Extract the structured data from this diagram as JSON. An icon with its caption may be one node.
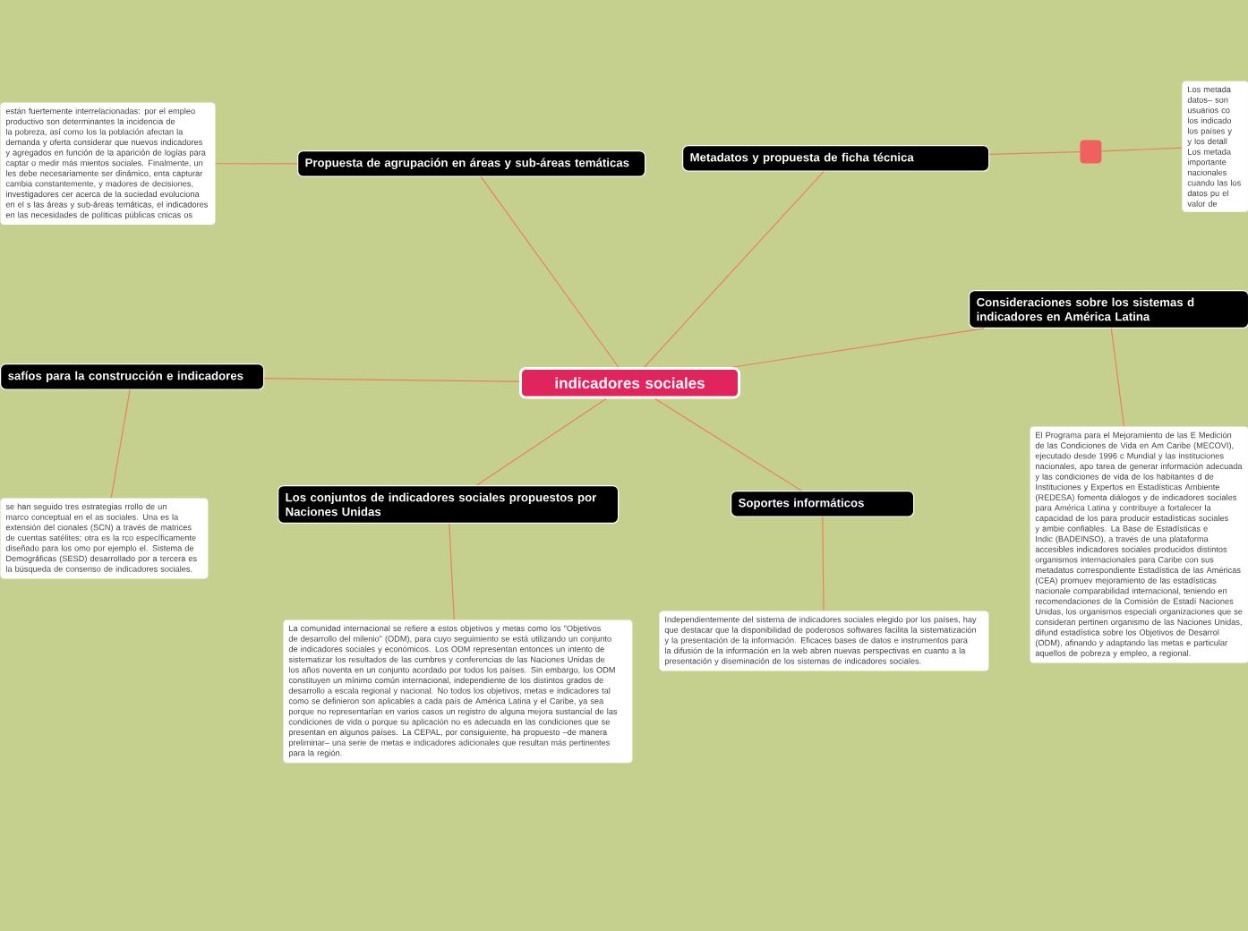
{
  "diagram": {
    "nodes": [
      {
        "text": [
          "están fuertemente interrelacionadas: por el empleo productivo son determinantes la incidencia de la pobreza, así como los la población afectan la demanda y oferta considerar que nuevos indicadores y agregados en función de la aparición de logías para captar o medir más mientos sociales. Finalmente, un les debe necesariamente ser dinámico, enta capturar cambia constantemente, y madores de decisiones, investigadores cer acerca de la sociedad evoluciona en el s las áreas y sub-áreas temáticas, el indicadores en las necesidades de políticas públicas cnicas os"
        ]
      },
      {
        "text": [
          "Propuesta de agrupación en áreas y sub-áreas temáticas"
        ]
      },
      {
        "text": [
          "Metadatos y propuesta de ficha técnica"
        ]
      },
      {
        "text": [],
        "shape": "box"
      },
      {
        "text": [
          "Los metada datos– son usuarios co los indicado los países y y los detall Los metada importante nacionales cuando las los datos pu el valor de"
        ]
      },
      {
        "text": [
          "Consideraciones sobre los sistemas d indicadores en América Latina"
        ]
      },
      {
        "text": [
          "safíos para la construcción e indicadores"
        ]
      },
      {
        "text": [
          "indicadores sociales"
        ]
      },
      {
        "text": [
          "El Programa para el Mejoramiento de las E Medición de las Condiciones de Vida en Am Caribe (MECOVI), ejecutado desde 1996 c Mundial y las instituciones nacionales, apo tarea de generar información adecuada y las condiciones de vida de los habitantes d de Instituciones y Expertos en Estadísticas Ambiente (REDESA) fomenta diálogos y de indicadores sociales para América Latina y contribuye a fortalecer la capacidad de los para producir estadísticas sociales y ambie confiables. La Base de Estadísticas e Indic (BADEINSO), a través de una plataforma accesibles indicadores sociales producidos distintos organismos internacionales para Caribe con sus metadatos correspondiente Estadística de las Américas (CEA) promuev mejoramiento de las estadísticas nacionale comparabilidad internacional, teniendo en recomendaciones de la Comisión de Estadí Naciones Unidas, los organismos especiali organizaciones que se consideran pertinen organismo de las Naciones Unidas, difund estadística sobre los Objetivos de Desarrol (ODM), afinando y adaptando las metas e particular aquellos de pobreza y empleo, a regional."
        ]
      },
      {
        "text": [
          "se han seguido tres estrategias rrollo de un marco conceptual en el as sociales. Una es la extensión del cionales (SCN) a través de matrices de cuentas satélites; otra es la rco específicamente diseñado para los omo por ejemplo el. Sistema de Demográficas (SESD) desarrollado por a tercera es la búsqueda de consenso de indicadores sociales."
        ]
      },
      {
        "text": [
          "Los conjuntos de indicadores sociales propuestos por Naciones Unidas"
        ]
      },
      {
        "text": [
          "Soportes informáticos"
        ]
      },
      {
        "text": [
          "La comunidad internacional se refiere a estos objetivos y metas como los \"Objetivos de desarrollo del milenio\" (ODM), para cuyo seguimiento se está utilizando un conjunto de indicadores sociales y económicos. Los ODM representan entonces un intento de sistematizar los resultados de las cumbres y conferencias de las Naciones Unidas de los años noventa en un conjunto acordado por todos los países. Sin embargo, los ODM constituyen un mínimo común internacional, independiente de los distintos grados de desarrollo a escala regional y nacional. No todos los objetivos, metas e indicadores tal como se definieron son aplicables a cada país de América Latina y el Caribe, ya sea porque no representarían en varios casos un registro de alguna mejora sustancial de las condiciones de vida o porque su aplicación no es adecuada en las condiciones que se presentan en algunos países. La CEPAL, por consiguiente, ha propuesto –de manera preliminar– una serie de metas e indicadores adicionales que resultan más pertinentes para la región."
        ]
      },
      {
        "text": [
          "Independientemente del sistema de indicadores sociales elegido por los países, hay que destacar que la disponibilidad de poderosos softwares facilita la sistematización y la presentación de la información. Eficaces bases de datos e instrumentos para la difusión de la información en la web abren nuevas perspectivas en cuanto a la presentación y diseminación de los sistemas de indicadores sociales."
        ]
      }
    ],
    "edges": [
      {
        "from": 7,
        "to": 1,
        "arrow": "none"
      },
      {
        "from": 7,
        "to": 2,
        "arrow": "none"
      },
      {
        "from": 7,
        "to": 5,
        "arrow": "none"
      },
      {
        "from": 7,
        "to": 6,
        "arrow": "none"
      },
      {
        "from": 7,
        "to": 10,
        "arrow": "none"
      },
      {
        "from": 7,
        "to": 11,
        "arrow": "none"
      },
      {
        "from": 1,
        "to": 0,
        "arrow": "none"
      },
      {
        "from": 2,
        "to": 3,
        "arrow": "none"
      },
      {
        "from": 3,
        "to": 4,
        "arrow": "none"
      },
      {
        "from": 5,
        "to": 8,
        "arrow": "none"
      },
      {
        "from": 6,
        "to": 9,
        "arrow": "none"
      },
      {
        "from": 10,
        "to": 12,
        "arrow": "none"
      },
      {
        "from": 11,
        "to": 13,
        "arrow": "none"
      }
    ]
  }
}
